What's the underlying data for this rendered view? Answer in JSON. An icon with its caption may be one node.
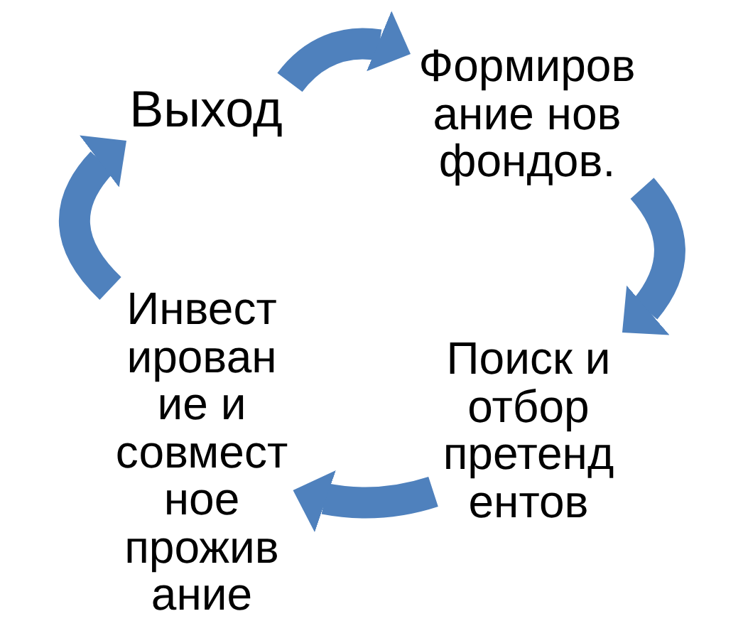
{
  "diagram": {
    "nodes": [
      {
        "text": [
          "Выход"
        ]
      },
      {
        "text": [
          "Формирование нов фондов."
        ]
      },
      {
        "text": [
          "Поиск и отбор претендентов"
        ]
      },
      {
        "text": [
          "Инвестирование и совместное проживание"
        ]
      }
    ],
    "edges": [
      {
        "from": 0,
        "to": 1,
        "arrow": "to"
      },
      {
        "from": 1,
        "to": 2,
        "arrow": "to"
      },
      {
        "from": 2,
        "to": 3,
        "arrow": "to"
      },
      {
        "from": 3,
        "to": 0,
        "arrow": "to"
      }
    ]
  }
}
